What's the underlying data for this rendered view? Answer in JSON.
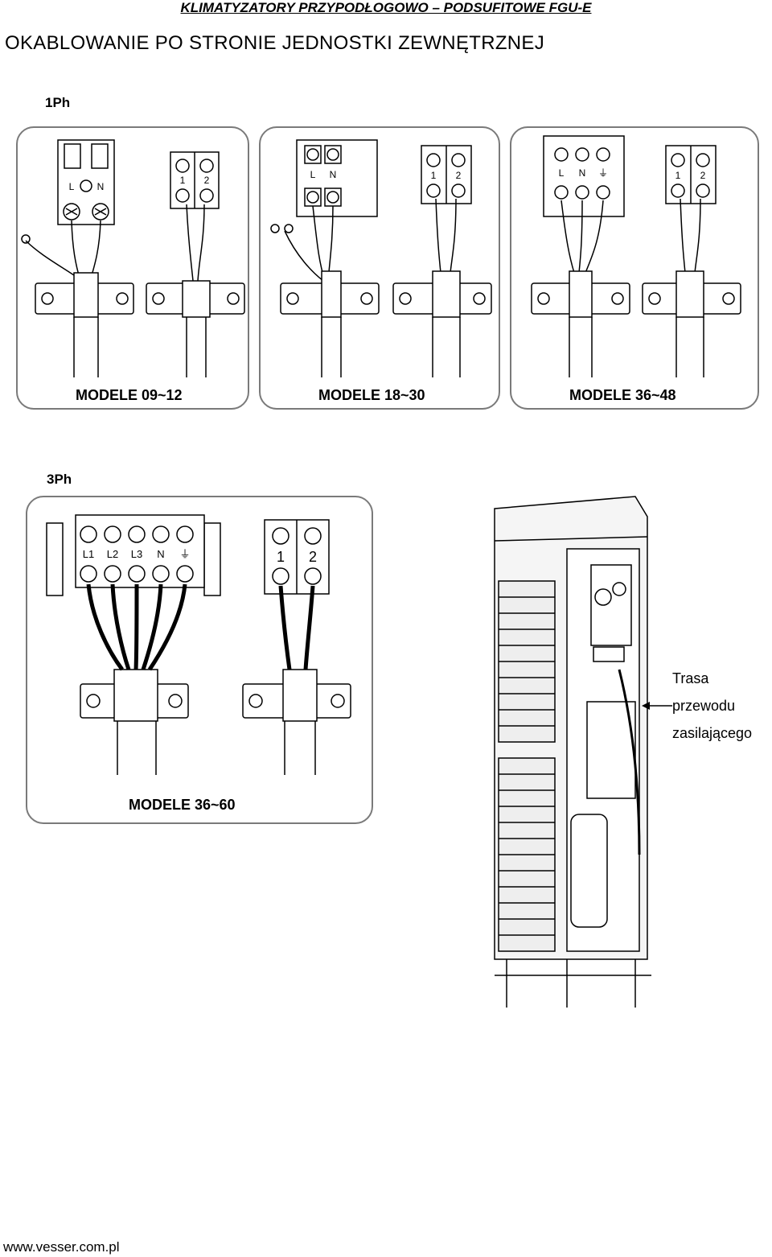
{
  "header": "KLIMATYZATORY PRZYPODŁOGOWO – PODSUFITOWE FGU-E",
  "title": "OKABLOWANIE PO STRONIE JEDNOSTKI ZEWNĘTRZNEJ",
  "single_phase": {
    "label": "1Ph",
    "panels": [
      {
        "model": "MODELE 09~12",
        "power_terminals": [
          "L",
          "N"
        ],
        "signal_terminals": [
          "1",
          "2"
        ]
      },
      {
        "model": "MODELE 18~30",
        "power_terminals": [
          "L",
          "N"
        ],
        "signal_terminals": [
          "1",
          "2"
        ]
      },
      {
        "model": "MODELE 36~48",
        "power_terminals": [
          "L",
          "N",
          "⏚"
        ],
        "signal_terminals": [
          "1",
          "2"
        ]
      }
    ]
  },
  "three_phase": {
    "label": "3Ph",
    "panel": {
      "model": "MODELE 36~60",
      "power_terminals": [
        "L1",
        "L2",
        "L3",
        "N",
        "⏚"
      ],
      "signal_terminals": [
        "1",
        "2"
      ]
    }
  },
  "unit_caption": [
    "Trasa",
    "przewodu",
    "zasilającego"
  ],
  "footer": "www.vesser.com.pl"
}
